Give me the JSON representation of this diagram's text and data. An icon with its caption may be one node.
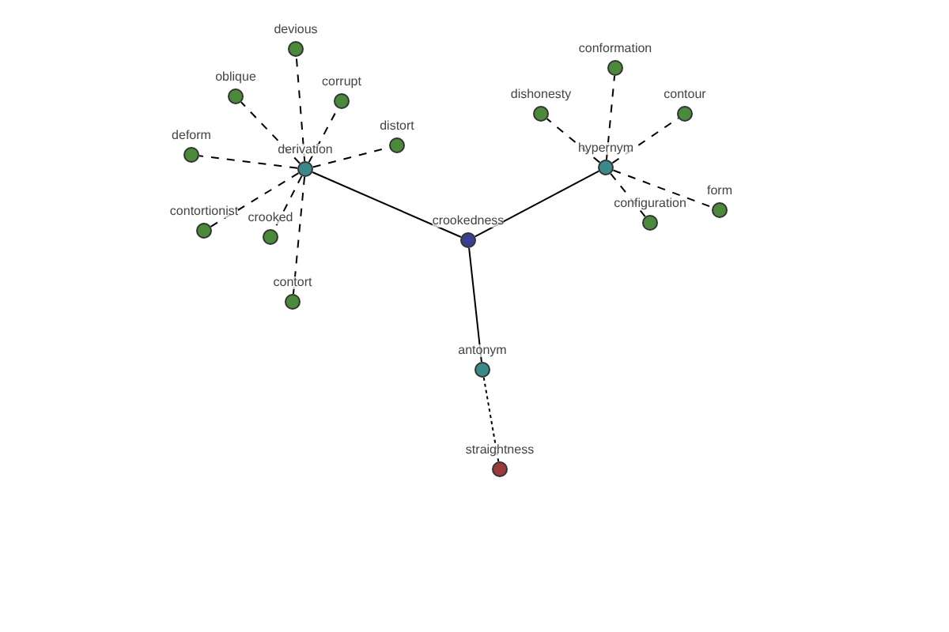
{
  "diagram": {
    "nodes": [
      {
        "text": [
          "crookedness"
        ]
      },
      {
        "text": [
          "derivation"
        ]
      },
      {
        "text": [
          "devious"
        ]
      },
      {
        "text": [
          "oblique"
        ]
      },
      {
        "text": [
          "corrupt"
        ]
      },
      {
        "text": [
          "deform"
        ]
      },
      {
        "text": [
          "distort"
        ]
      },
      {
        "text": [
          "contortionist"
        ]
      },
      {
        "text": [
          "crooked"
        ]
      },
      {
        "text": [
          "contort"
        ]
      },
      {
        "text": [
          "hypernym"
        ]
      },
      {
        "text": [
          "conformation"
        ]
      },
      {
        "text": [
          "dishonesty"
        ]
      },
      {
        "text": [
          "contour"
        ]
      },
      {
        "text": [
          "configuration"
        ]
      },
      {
        "text": [
          "form"
        ]
      },
      {
        "text": [
          "antonym"
        ]
      },
      {
        "text": [
          "straightness"
        ]
      }
    ],
    "edges": [
      {
        "from": 0,
        "to": 1,
        "arrow": "none"
      },
      {
        "from": 0,
        "to": 10,
        "arrow": "none"
      },
      {
        "from": 0,
        "to": 16,
        "arrow": "none"
      },
      {
        "from": 1,
        "to": 2,
        "arrow": "none",
        "style": "dashed"
      },
      {
        "from": 1,
        "to": 3,
        "arrow": "none",
        "style": "dashed"
      },
      {
        "from": 1,
        "to": 4,
        "arrow": "none",
        "style": "dashed"
      },
      {
        "from": 1,
        "to": 5,
        "arrow": "none",
        "style": "dashed"
      },
      {
        "from": 1,
        "to": 6,
        "arrow": "none",
        "style": "dashed"
      },
      {
        "from": 1,
        "to": 7,
        "arrow": "none",
        "style": "dashed"
      },
      {
        "from": 1,
        "to": 8,
        "arrow": "none",
        "style": "dashed"
      },
      {
        "from": 1,
        "to": 9,
        "arrow": "none",
        "style": "dashed"
      },
      {
        "from": 10,
        "to": 11,
        "arrow": "none",
        "style": "dashed"
      },
      {
        "from": 10,
        "to": 12,
        "arrow": "none",
        "style": "dashed"
      },
      {
        "from": 10,
        "to": 13,
        "arrow": "none",
        "style": "dashed"
      },
      {
        "from": 10,
        "to": 14,
        "arrow": "none",
        "style": "dashed"
      },
      {
        "from": 10,
        "to": 15,
        "arrow": "none",
        "style": "dashed"
      },
      {
        "from": 16,
        "to": 17,
        "arrow": "none",
        "style": "dashed"
      }
    ]
  }
}
